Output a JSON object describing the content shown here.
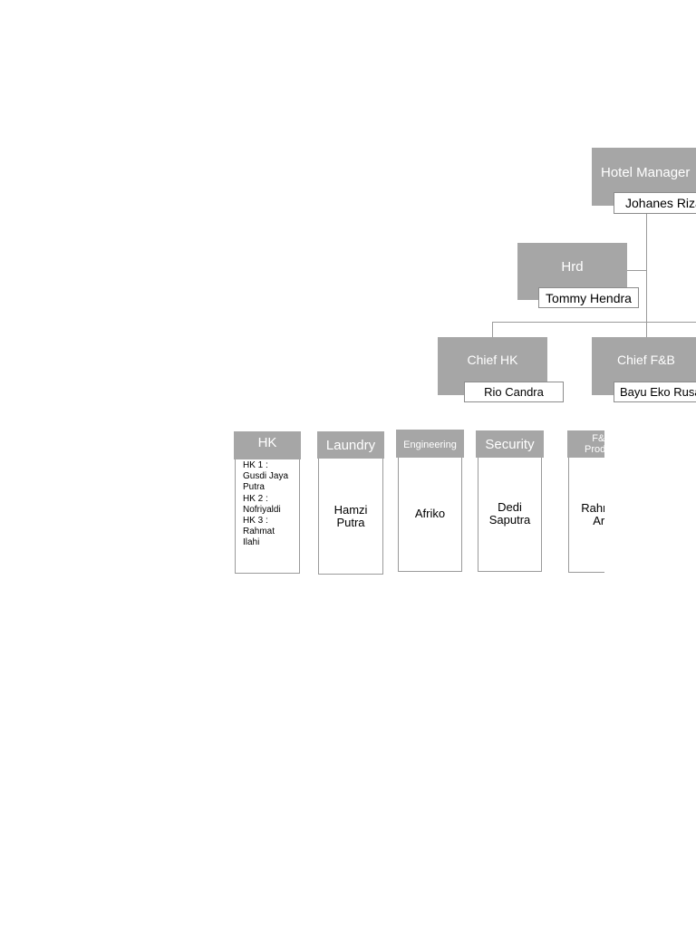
{
  "top": {
    "hotel_manager": {
      "title": "Hotel Manager",
      "name": "Johanes Riza"
    },
    "hrd": {
      "title": "Hrd",
      "name": "Tommy Hendra"
    },
    "chief_hk": {
      "title": "Chief HK",
      "name": "Rio Candra"
    },
    "chief_fb": {
      "title": "Chief F&B",
      "name": "Bayu Eko Rusa"
    }
  },
  "departments": {
    "hk": {
      "title": "HK",
      "lines": [
        "HK 1 :",
        "Gusdi Jaya",
        "Putra",
        "HK 2 :",
        "Nofriyaldi",
        "HK 3 :",
        "Rahmat",
        "Ilahi"
      ]
    },
    "laundry": {
      "title": "Laundry",
      "name_line1": "Hamzi",
      "name_line2": "Putra"
    },
    "engineering": {
      "title": "Engineering",
      "name": "Afriko"
    },
    "security": {
      "title": "Security",
      "name_line1": "Dedi",
      "name_line2": "Saputra"
    },
    "fb_product": {
      "title_line1": "F&B",
      "title_line2": "Product",
      "name_line1": "Rahmat",
      "name_line2": "Arif"
    }
  }
}
